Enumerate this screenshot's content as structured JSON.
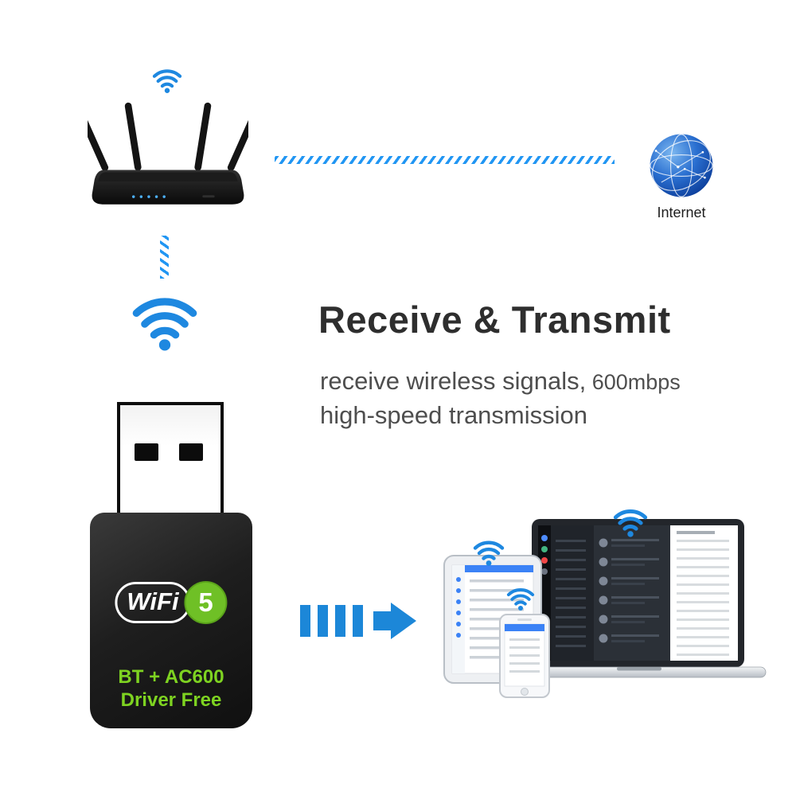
{
  "hero": {
    "title": "Receive & Transmit",
    "subtitle_main": "receive wireless signals,",
    "subtitle_speed": " 600mbps",
    "subtitle_line2": "high-speed transmission"
  },
  "internet": {
    "label": "Internet"
  },
  "adapter": {
    "logo_text": "WiFi",
    "logo_badge": "5",
    "feature_line1": "BT + AC600",
    "feature_line2": "Driver Free"
  },
  "icons": {
    "wifi": "wifi-signal-icon",
    "globe": "internet-globe-icon",
    "router": "router-icon",
    "arrow": "right-arrow-icon",
    "laptop": "laptop-icon",
    "tablet": "tablet-icon",
    "phone": "smartphone-icon"
  },
  "colors": {
    "wifi_blue": "#1e88e0",
    "dash_blue": "#2196f3",
    "arrow_blue": "#1c87d8",
    "accent_green": "#7ed321",
    "heading_dark": "#2e2e2e",
    "subtitle_gray": "#4e4e4e"
  }
}
